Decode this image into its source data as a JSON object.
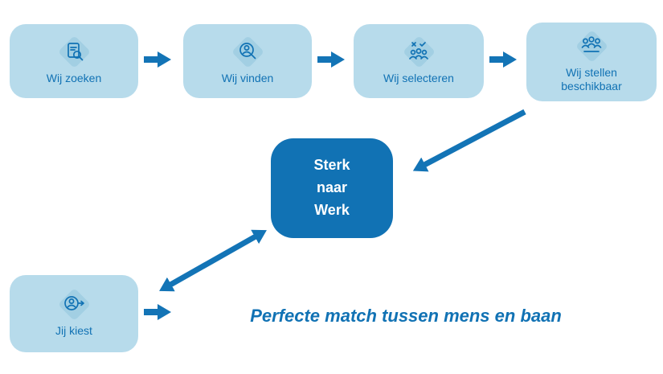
{
  "colors": {
    "box_light": "#b7dbeb",
    "icon_diamond": "#a2cfe3",
    "primary_blue": "#1172b4",
    "arrow_blue": "#1374b6",
    "center_box_bg": "#1172b4",
    "center_box_text": "#ffffff",
    "background": "#ffffff"
  },
  "steps": [
    {
      "label": "Wij zoeken",
      "icon": "document-search-icon"
    },
    {
      "label": "Wij vinden",
      "icon": "person-search-icon"
    },
    {
      "label": "Wij selecteren",
      "icon": "group-check-icon"
    },
    {
      "label": "Wij stellen beschikbaar",
      "icon": "team-icon"
    }
  ],
  "center_box": {
    "text": "Sterk\nnaar\nWerk"
  },
  "choice_box": {
    "label": "Jij kiest",
    "icon": "person-arrow-icon"
  },
  "tagline": {
    "text": "Perfecte match tussen mens en baan"
  }
}
